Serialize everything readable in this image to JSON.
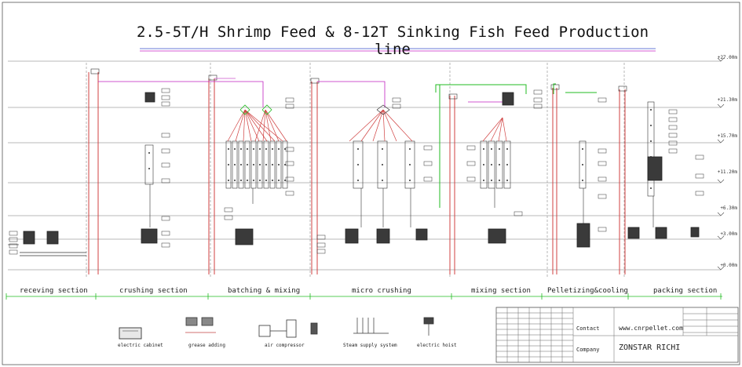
{
  "title": "2.5-5T/H Shrimp Feed & 8-12T Sinking Fish Feed Production line",
  "elevations": [
    "+27.00m",
    "+21.30m",
    "+15.70m",
    "+11.20m",
    "+6.30m",
    "+3.00m",
    "+0.00m"
  ],
  "sections": [
    {
      "label": "receving section"
    },
    {
      "label": "crushing section"
    },
    {
      "label": "batching & mixing"
    },
    {
      "label": "micro crushing"
    },
    {
      "label": "mixing section"
    },
    {
      "label": "Pelletizing&cooling"
    },
    {
      "label": "packing section"
    }
  ],
  "legend": [
    {
      "label": "electric cabinet"
    },
    {
      "label": "grease adding"
    },
    {
      "label": "air compressor"
    },
    {
      "label": "Steam supply system"
    },
    {
      "label": "electric hoist"
    }
  ],
  "title_block": {
    "contact_label": "Contact",
    "contact_value": "www.cnrpellet.com",
    "company_label": "Company",
    "company_value": "ZONSTAR RICHI"
  },
  "colors": {
    "outline": "#d04040",
    "line": "#111111",
    "green": "#22bb22",
    "pink": "#cc55cc",
    "magenta": "#c020c0",
    "guide": "#666666"
  }
}
